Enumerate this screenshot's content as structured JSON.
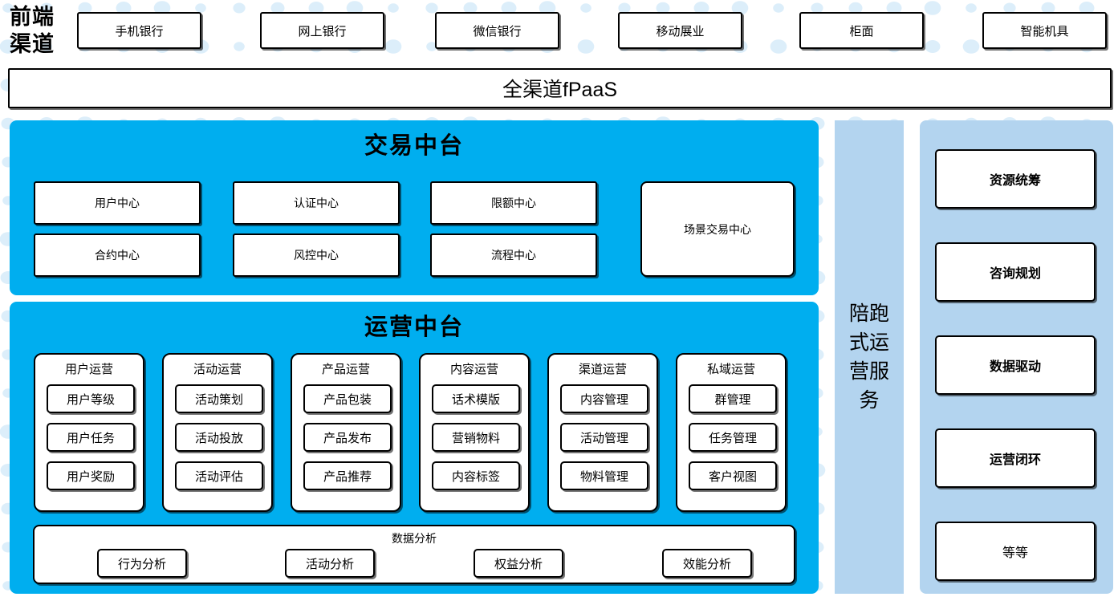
{
  "colors": {
    "cyan_panel": "#00AEEF",
    "light_blue_panel": "#B3D4EF",
    "box_fill": "#FFFFFF",
    "box_border": "#000000",
    "dot_decoration": "#DCEEFA"
  },
  "channels": {
    "label": "前端渠道",
    "label_line1": "前端",
    "label_line2": "渠道",
    "items": [
      {
        "label": "手机银行"
      },
      {
        "label": "网上银行"
      },
      {
        "label": "微信银行"
      },
      {
        "label": "移动展业"
      },
      {
        "label": "柜面"
      },
      {
        "label": "智能机具"
      }
    ]
  },
  "fpaas": {
    "label": "全渠道fPaaS"
  },
  "trade_platform": {
    "title": "交易中台",
    "boxes": [
      {
        "label": "用户中心"
      },
      {
        "label": "认证中心"
      },
      {
        "label": "限额中心"
      },
      {
        "label": "合约中心"
      },
      {
        "label": "风控中心"
      },
      {
        "label": "流程中心"
      },
      {
        "label": "场景交易中心"
      }
    ]
  },
  "ops_platform": {
    "title": "运营中台",
    "columns": [
      {
        "title": "用户运营",
        "items": [
          "用户等级",
          "用户任务",
          "用户奖励"
        ]
      },
      {
        "title": "活动运营",
        "items": [
          "活动策划",
          "活动投放",
          "活动评估"
        ]
      },
      {
        "title": "产品运营",
        "items": [
          "产品包装",
          "产品发布",
          "产品推荐"
        ]
      },
      {
        "title": "内容运营",
        "items": [
          "话术模版",
          "营销物料",
          "内容标签"
        ]
      },
      {
        "title": "渠道运营",
        "items": [
          "内容管理",
          "活动管理",
          "物料管理"
        ]
      },
      {
        "title": "私域运营",
        "items": [
          "群管理",
          "任务管理",
          "客户视图"
        ]
      }
    ],
    "analysis": {
      "title": "数据分析",
      "items": [
        "行为分析",
        "活动分析",
        "权益分析",
        "效能分析"
      ]
    }
  },
  "service_column": {
    "label": "陪跑式运营服务",
    "line1": "陪跑",
    "line2": "式运",
    "line3": "营服",
    "line4": "务"
  },
  "pillar_column": {
    "items": [
      {
        "label": "资源统筹",
        "bold": true
      },
      {
        "label": "咨询规划",
        "bold": true
      },
      {
        "label": "数据驱动",
        "bold": true
      },
      {
        "label": "运营闭环",
        "bold": true
      },
      {
        "label": "等等",
        "bold": false
      }
    ]
  }
}
